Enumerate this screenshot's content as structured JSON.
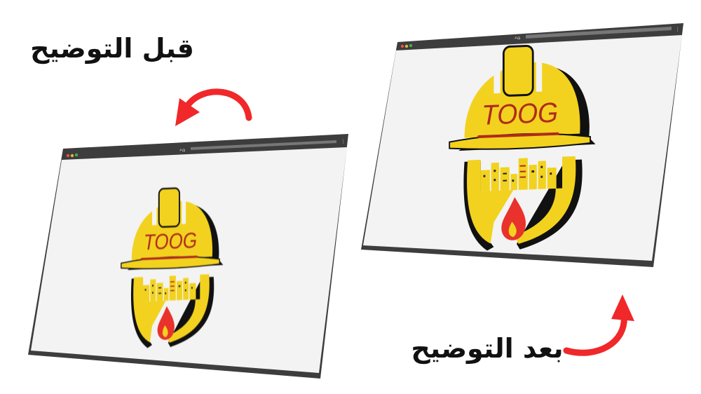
{
  "labels": {
    "before": "قبل التوضيح",
    "after": "بعد التوضيح"
  },
  "logo": {
    "brand_text": "TOOG"
  },
  "colors": {
    "frame": "#3d3d3d",
    "screen": "#f3f3f3",
    "logo_yellow": "#f2d21e",
    "logo_red": "#b02a1e",
    "flame": "#e8322b",
    "arrow": "#f0282a"
  },
  "icons": [
    "search-icon",
    "home-icon",
    "menu-dots-icon",
    "window-controls"
  ]
}
